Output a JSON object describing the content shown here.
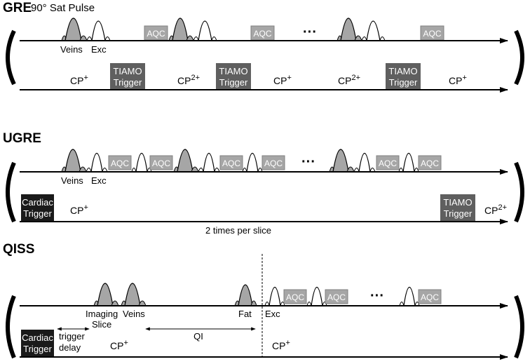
{
  "sections": [
    {
      "title": "GRE",
      "annotations": [
        "90° Sat Pulse",
        "Veins",
        "Exc"
      ],
      "aqc_label": "AQC",
      "ellipsis": "···",
      "cp_labels": [
        {
          "base": "CP",
          "sup": "+"
        },
        {
          "base": "CP",
          "sup": "2+"
        },
        {
          "base": "CP",
          "sup": "+"
        },
        {
          "base": "CP",
          "sup": "2+"
        },
        {
          "base": "CP",
          "sup": "+"
        }
      ],
      "trigger_boxes": [
        {
          "line1": "TIAMO",
          "line2": "Trigger"
        },
        {
          "line1": "TIAMO",
          "line2": "Trigger"
        },
        {
          "line1": "TIAMO",
          "line2": "Trigger"
        }
      ]
    },
    {
      "title": "UGRE",
      "annotations": [
        "Veins",
        "Exc"
      ],
      "aqc_label": "AQC",
      "ellipsis": "···",
      "cardiac_trigger": {
        "line1": "Cardiac",
        "line2": "Trigger"
      },
      "trigger_box": {
        "line1": "TIAMO",
        "line2": "Trigger"
      },
      "cp_labels": [
        {
          "base": "CP",
          "sup": "+"
        },
        {
          "base": "CP",
          "sup": "2+"
        }
      ],
      "note": "2 times per slice"
    },
    {
      "title": "QISS",
      "annotations": [
        "Imaging",
        "Slice",
        "Veins",
        "Fat",
        "Exc",
        "trigger",
        "delay",
        "QI"
      ],
      "aqc_label": "AQC",
      "ellipsis": "···",
      "cardiac_trigger": {
        "line1": "Cardiac",
        "line2": "Trigger"
      },
      "cp_labels": [
        {
          "base": "CP",
          "sup": "+"
        },
        {
          "base": "CP",
          "sup": "+"
        }
      ]
    }
  ],
  "colors": {
    "sat_pulse_fill": "#a6a6a6",
    "aqc_fill": "#a6a6a6",
    "tiamo_fill": "#5f5f5f",
    "cardiac_fill": "#1a1a1a",
    "line": "#000000"
  }
}
